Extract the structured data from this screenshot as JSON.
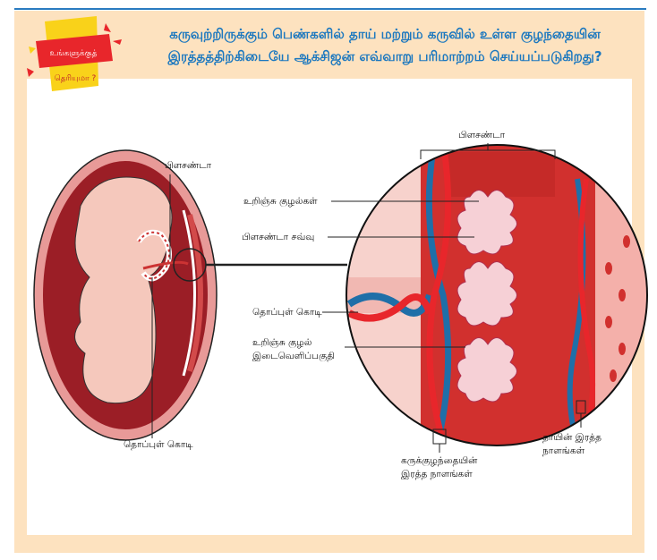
{
  "badge": {
    "line1": "உங்களுக்குத்",
    "line2": "தெரியுமா ?"
  },
  "question": {
    "line1": "கருவுற்றிருக்கும் பெண்களில் தாய் மற்றும் கருவில் உள்ள குழந்தையின்",
    "line2": "இரத்தத்திற்கிடையே ஆக்சிஜன் எவ்வாறு பரிமாற்றம் செய்யப்படுகிறது?"
  },
  "labels": {
    "placenta_left": "பிளசண்டா",
    "umbilical_left": "தொப்புள் கொடி",
    "placenta_top": "பிளசண்டா",
    "villi": "உறிஞ்சு குழல்கள்",
    "placenta_membrane": "பிளசண்டா சவ்வு",
    "umbilical_right": "தொப்புள் கொடி",
    "intervillous_1": "உறிஞ்சு குழல்",
    "intervillous_2": "இடைவெளிப்பகுதி",
    "fetal_vessels_1": "கருக்குழந்தையின்",
    "fetal_vessels_2": "இரத்த நாளங்கள்",
    "maternal_vessels_1": "தாயின் இரத்த",
    "maternal_vessels_2": "நாளங்கள்"
  },
  "colors": {
    "accent": "#1c78bf",
    "frame": "#fde2bf",
    "blood_red": "#d1302e",
    "vein_blue": "#1f6fa8",
    "tissue_pink": "#f6c8c0"
  }
}
